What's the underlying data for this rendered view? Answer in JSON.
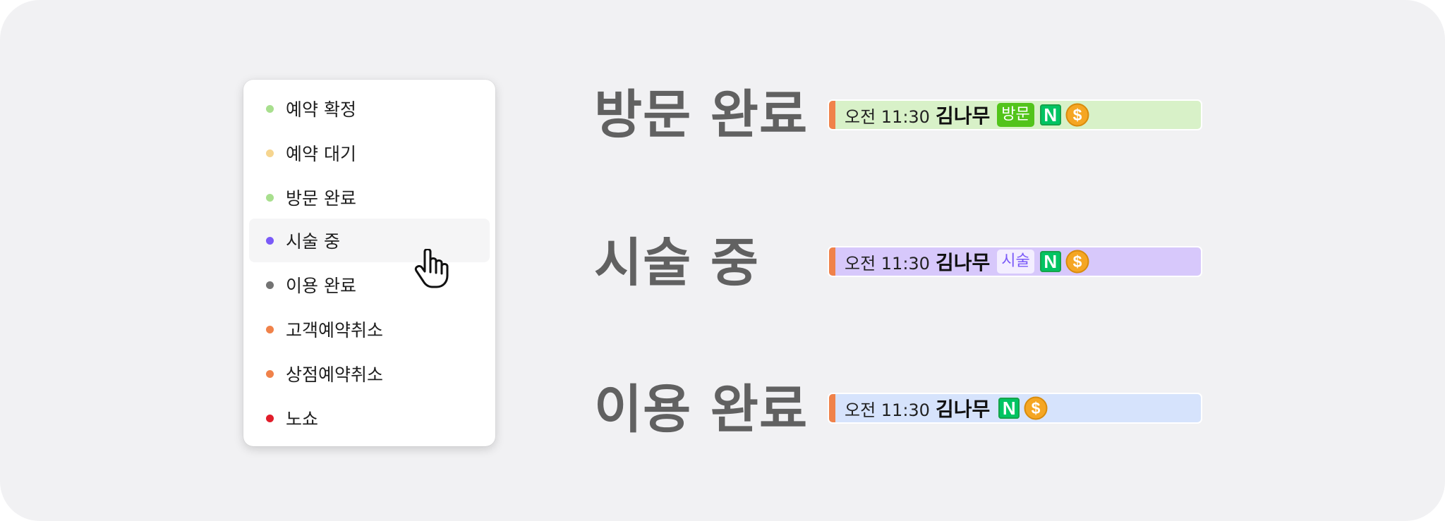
{
  "menu": {
    "items": [
      {
        "label": "예약 확정",
        "color": "#a8df8e"
      },
      {
        "label": "예약 대기",
        "color": "#f6d58f"
      },
      {
        "label": "방문 완료",
        "color": "#a8df8e"
      },
      {
        "label": "시술 중",
        "color": "#7a5af8"
      },
      {
        "label": "이용 완료",
        "color": "#737373"
      },
      {
        "label": "고객예약취소",
        "color": "#f0824a"
      },
      {
        "label": "상점예약취소",
        "color": "#f0824a"
      },
      {
        "label": "노쇼",
        "color": "#e11d2a"
      }
    ],
    "hovered_item": "시술 중"
  },
  "statuses": [
    {
      "title": "방문 완료",
      "booking": {
        "time": "오전 11:30",
        "name": "김나무",
        "tag": "방문",
        "bar_color": "#d8f1c8",
        "accent_color": "#f0824a",
        "tag_bg": "#52c41a",
        "tag_color": "#ffffff",
        "icons": [
          "naver-n-icon",
          "dollar-coin-icon"
        ]
      }
    },
    {
      "title": "시술 중",
      "booking": {
        "time": "오전 11:30",
        "name": "김나무",
        "tag": "시술",
        "bar_color": "#d7c8fb",
        "accent_color": "#f0824a",
        "tag_bg": "#f3eeff",
        "tag_color": "#7a5af8",
        "icons": [
          "naver-n-icon",
          "dollar-coin-icon"
        ]
      }
    },
    {
      "title": "이용 완료",
      "booking": {
        "time": "오전 11:30",
        "name": "김나무",
        "tag": "",
        "bar_color": "#d6e3fc",
        "accent_color": "#f0824a",
        "icons": [
          "naver-n-icon",
          "dollar-coin-icon"
        ]
      }
    }
  ],
  "icon_text": {
    "naver": "N",
    "coin": "$"
  }
}
